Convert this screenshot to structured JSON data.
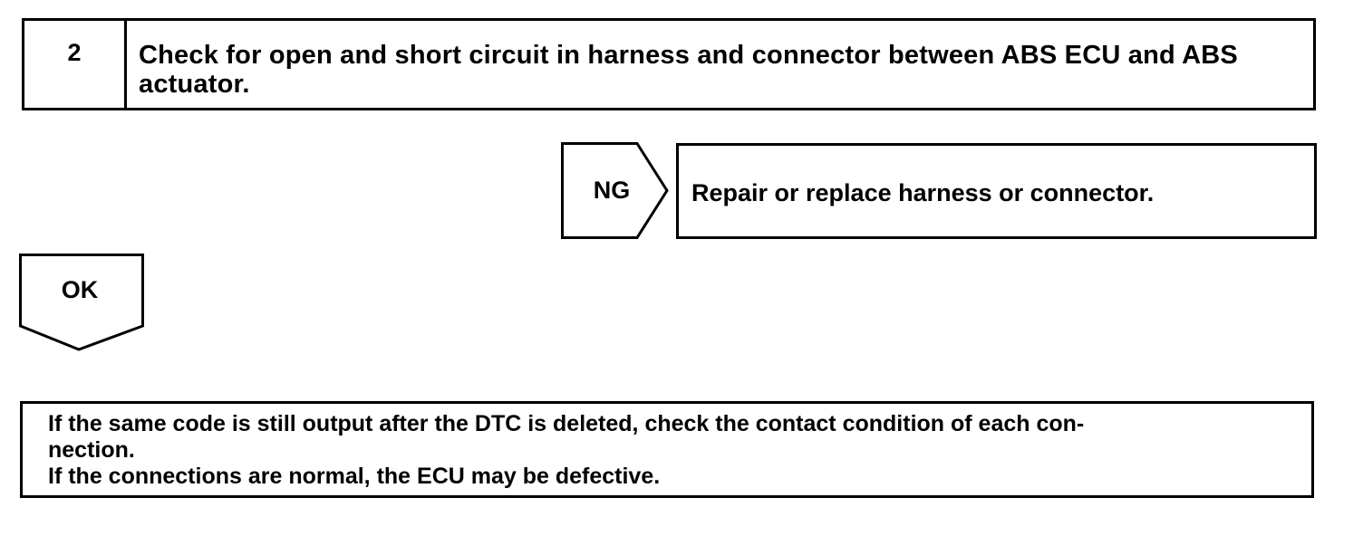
{
  "step": {
    "number": "2",
    "title": "Check for open and short circuit in harness and connector between ABS ECU and ABS actuator."
  },
  "ng_branch": {
    "label": "NG",
    "action": "Repair or replace harness or connector."
  },
  "ok_branch": {
    "label": "OK"
  },
  "note": {
    "lines": [
      "If the same code is still output after the DTC is deleted, check the contact condition of each con-",
      "nection.",
      "If the connections are normal, the ECU may be defective."
    ]
  }
}
